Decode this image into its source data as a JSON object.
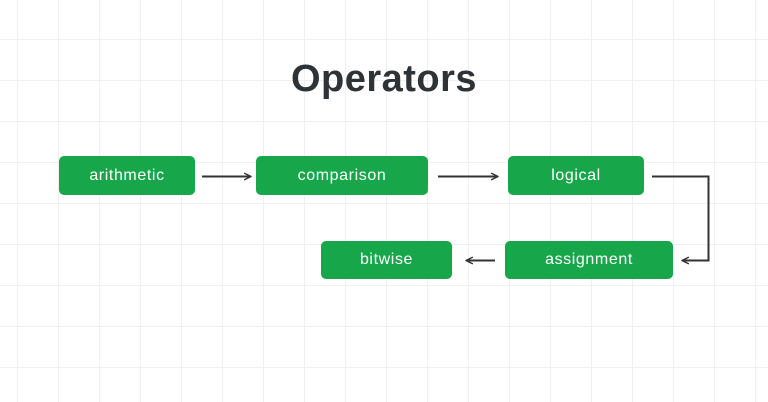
{
  "title": "Operators",
  "nodes": [
    {
      "id": "arithmetic",
      "label": "arithmetic"
    },
    {
      "id": "comparison",
      "label": "comparison"
    },
    {
      "id": "logical",
      "label": "logical"
    },
    {
      "id": "assignment",
      "label": "assignment"
    },
    {
      "id": "bitwise",
      "label": "bitwise"
    }
  ],
  "edges": [
    {
      "from": "arithmetic",
      "to": "comparison"
    },
    {
      "from": "comparison",
      "to": "logical"
    },
    {
      "from": "logical",
      "to": "assignment"
    },
    {
      "from": "assignment",
      "to": "bitwise"
    }
  ],
  "colors": {
    "node_fill": "#17a74a",
    "node_text": "#ffffff",
    "arrow": "#333333",
    "title_text": "#2e3338",
    "grid_line": "#f1f0f1",
    "background": "#ffffff"
  }
}
